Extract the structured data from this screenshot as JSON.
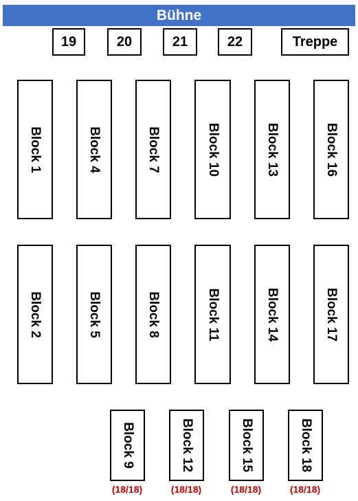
{
  "stage": {
    "label": "Bühne"
  },
  "top_boxes": [
    {
      "label": "19"
    },
    {
      "label": "20"
    },
    {
      "label": "21"
    },
    {
      "label": "22"
    },
    {
      "label": "Treppe"
    }
  ],
  "blocks": [
    {
      "label": "Block 1"
    },
    {
      "label": "Block 4"
    },
    {
      "label": "Block 7"
    },
    {
      "label": "Block 10"
    },
    {
      "label": "Block 13"
    },
    {
      "label": "Block 16"
    },
    {
      "label": "Block 2"
    },
    {
      "label": "Block 5"
    },
    {
      "label": "Block 8"
    },
    {
      "label": "Block 11"
    },
    {
      "label": "Block 14"
    },
    {
      "label": "Block 17"
    },
    {
      "label": "Block 9",
      "count": "(18/18)"
    },
    {
      "label": "Block 12",
      "count": "(18/18)"
    },
    {
      "label": "Block 15",
      "count": "(18/18)"
    },
    {
      "label": "Block 18",
      "count": "(18/18)"
    }
  ],
  "colors": {
    "stage": "#4472c4",
    "count": "#c00000"
  }
}
